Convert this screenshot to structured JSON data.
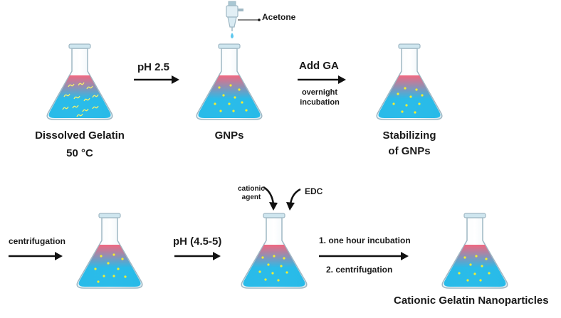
{
  "colors": {
    "liquid_top": "#f0607a",
    "liquid_bottom": "#1fb8e8",
    "glass": "#cfe6ef",
    "glass_edge": "#9fb8c4",
    "particle": "#f4ee30",
    "fiber": "#f7f26a",
    "arrow": "#111111",
    "drop": "#5cc7ee"
  },
  "icons": {
    "flask": "erlenmeyer-flask-icon",
    "pipette": "pipette-icon",
    "arrow": "right-arrow-icon",
    "curved_arrow": "curved-down-arrow-icon"
  },
  "row1": {
    "flask1_caption": "Dissolved Gelatin",
    "flask1_temp": "50 °C",
    "arrow1_label": "pH 2.5",
    "pipette_label": "Acetone",
    "flask2_caption": "GNPs",
    "arrow2_label": "Add GA",
    "arrow2_sublabel_line1": "overnight",
    "arrow2_sublabel_line2": "incubation",
    "flask3_caption_line1": "Stabilizing",
    "flask3_caption_line2": "of GNPs"
  },
  "row2": {
    "arrow0_label": "centrifugation",
    "arrow1_label": "pH (4.5-5)",
    "reagent1_line1": "cationic",
    "reagent1_line2": "agent",
    "reagent2": "EDC",
    "arrow2_label": "1. one hour incubation",
    "arrow2_sublabel": "2. centrifugation",
    "final_caption": "Cationic Gelatin Nanoparticles"
  }
}
